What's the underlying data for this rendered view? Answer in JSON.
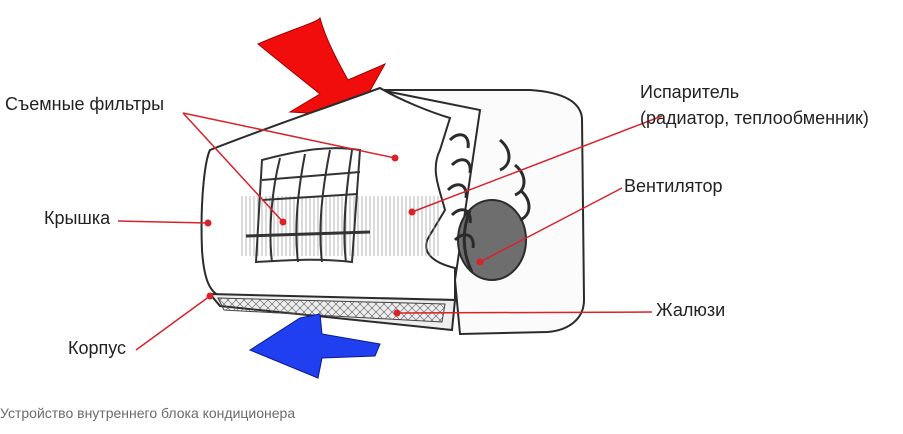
{
  "labels": {
    "filters": "Съемные фильтры",
    "evaporator_line1": "Испаритель",
    "evaporator_line2": "(радиатор, теплообменник)",
    "fan": "Вентилятор",
    "cover": "Крышка",
    "louvers": "Жалюзи",
    "housing": "Корпус"
  },
  "caption": "Устройство внутреннего блока кондиционера",
  "colors": {
    "leader_line": "#d8232a",
    "intake_arrow": "#f20d0d",
    "outflow_arrow": "#1f3ff0",
    "outline": "#2b2b2b"
  }
}
